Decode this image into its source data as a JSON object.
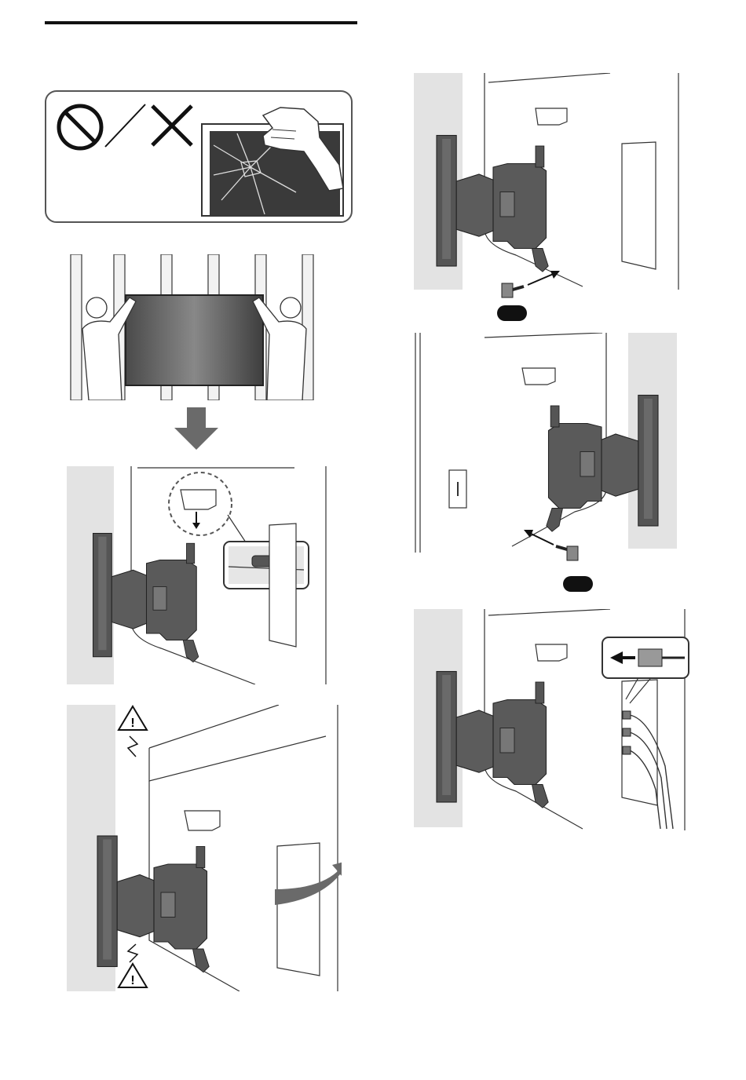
{
  "page": {
    "header_rule": true
  },
  "panels": [
    {
      "id": "warning",
      "items": [
        "prohibited-icon",
        "cross-icon",
        "cracked-screen"
      ]
    },
    {
      "id": "lift-tv",
      "items": [
        "two-people",
        "tv"
      ]
    },
    {
      "id": "step-1-hook-bracket"
    },
    {
      "id": "step-2-swing-arm"
    },
    {
      "id": "step-3-screw-left"
    },
    {
      "id": "step-4-screw-right"
    },
    {
      "id": "step-5-cables"
    }
  ],
  "badges": {
    "screw_left": "",
    "screw_right": ""
  },
  "colors": {
    "bracket": "#5a5a5a",
    "bracket_dark": "#3a3a3a",
    "wall": "#e3e3e3",
    "badge": "#111111",
    "arrow": "#6a6a6a"
  }
}
